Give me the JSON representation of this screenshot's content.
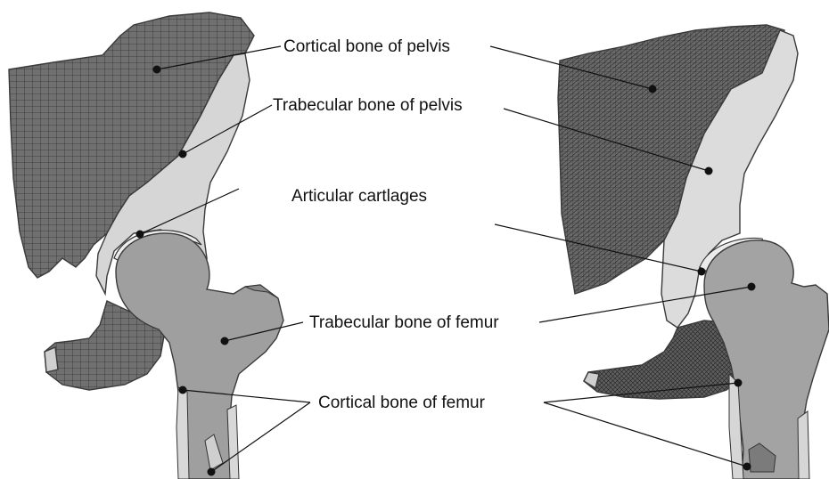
{
  "labels": {
    "cortical_pelvis": "Cortical bone of pelvis",
    "trabecular_pelvis": "Trabecular bone of pelvis",
    "articular_cartilages": "Articular cartlages",
    "trabecular_femur": "Trabecular bone of femur",
    "cortical_femur": "Cortical bone of femur"
  },
  "colors": {
    "mesh_fill": "#6f6f6f",
    "mesh_line": "#2b2b2b",
    "trabecular_pelvis_fill": "#d9d9d9",
    "trabecular_femur_fill": "#9e9e9e",
    "cartilage_fill": "#ececec",
    "line": "#111111"
  }
}
